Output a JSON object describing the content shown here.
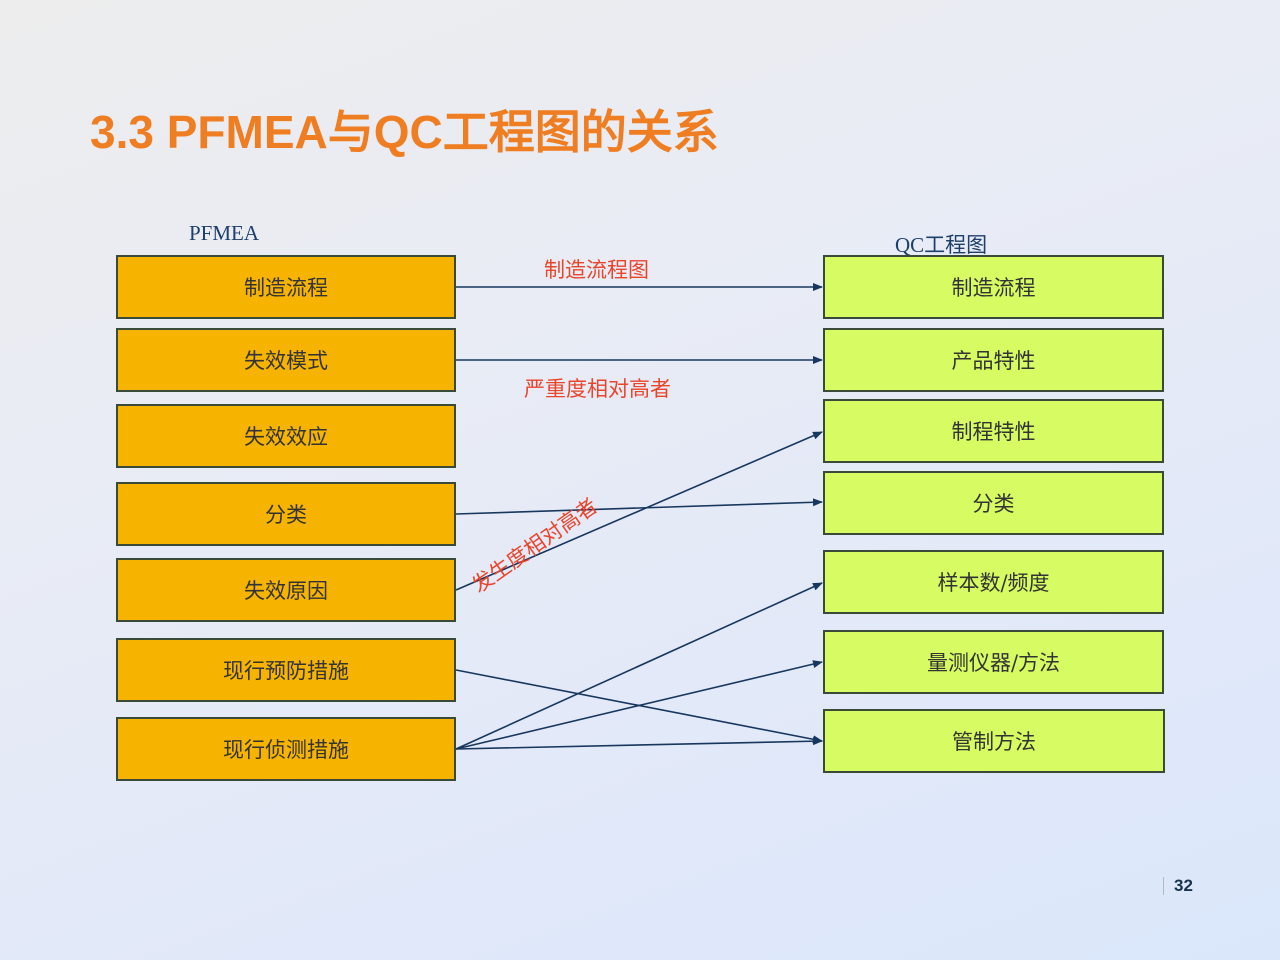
{
  "title": "3.3 PFMEA与QC工程图的关系",
  "left_column": {
    "label": "PFMEA",
    "items": [
      "制造流程",
      "失效模式",
      "失效效应",
      "分类",
      "失效原因",
      "现行预防措施",
      "现行侦测措施"
    ]
  },
  "right_column": {
    "label": "QC工程图",
    "items": [
      "制造流程",
      "产品特性",
      "制程特性",
      "分类",
      "样本数/频度",
      "量测仪器/方法",
      "管制方法"
    ]
  },
  "annotations": {
    "flow_chart": "制造流程图",
    "severity": "严重度相对高者",
    "occurrence": "发生度相对高者"
  },
  "connections": [
    {
      "from": "制造流程",
      "to": "制造流程"
    },
    {
      "from": "失效模式",
      "to": "产品特性"
    },
    {
      "from": "分类",
      "to": "分类"
    },
    {
      "from": "失效原因",
      "to": "制程特性"
    },
    {
      "from": "现行预防措施",
      "to": "管制方法"
    },
    {
      "from": "现行侦测措施",
      "to": "样本数/频度"
    },
    {
      "from": "现行侦测措施",
      "to": "量测仪器/方法"
    },
    {
      "from": "现行侦测措施",
      "to": "管制方法"
    }
  ],
  "colors": {
    "title": "#ef7d22",
    "left_box": "#f6b400",
    "right_box": "#d7fb62",
    "arrow": "#17375e",
    "annotation": "#e8452b"
  },
  "page": {
    "number": "32"
  }
}
